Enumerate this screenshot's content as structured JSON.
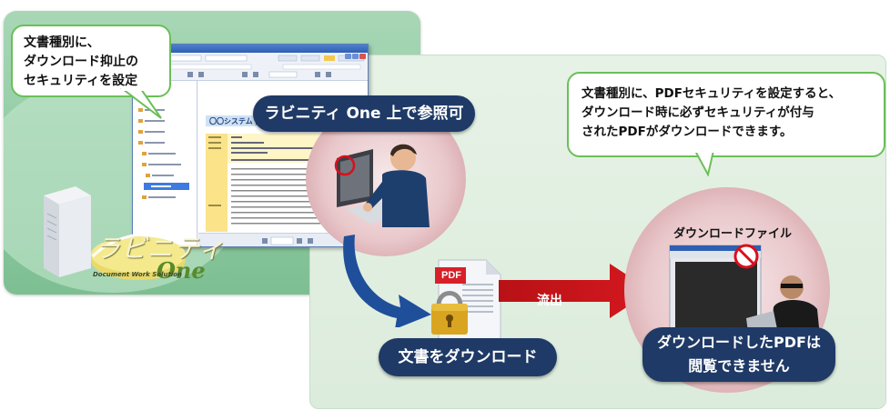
{
  "callouts": {
    "left_lines": [
      "文書種別に、",
      "ダウンロード抑止の",
      "セキュリティを設定"
    ],
    "right_lines": [
      "文書種別に、PDFセキュリティを設定すると、",
      "ダウンロード時に必ずセキュリティが付与",
      "されたPDFがダウンロードできます。"
    ]
  },
  "labels": {
    "reference_pill": "ラビニティ One 上で参照可",
    "download_pill": "文書をダウンロード",
    "leak_label": "流出",
    "pdf_tag": "PDF",
    "download_file": "ダウンロードファイル",
    "cannot_view_lines": [
      "ダウンロードしたPDFは",
      "閲覧できません"
    ]
  },
  "app": {
    "content_header": "〇〇システム 問い合わせ一覧"
  },
  "logo": {
    "text_main": "ラビニティ",
    "text_one": "One",
    "tagline": "Document Work Solution"
  },
  "colors": {
    "panel_green": "#8fcaa2",
    "navy_pill": "#1f3a66",
    "callout_border": "#6bbf59",
    "leak_red": "#c8171c",
    "arrow_blue": "#1f4f9a"
  }
}
